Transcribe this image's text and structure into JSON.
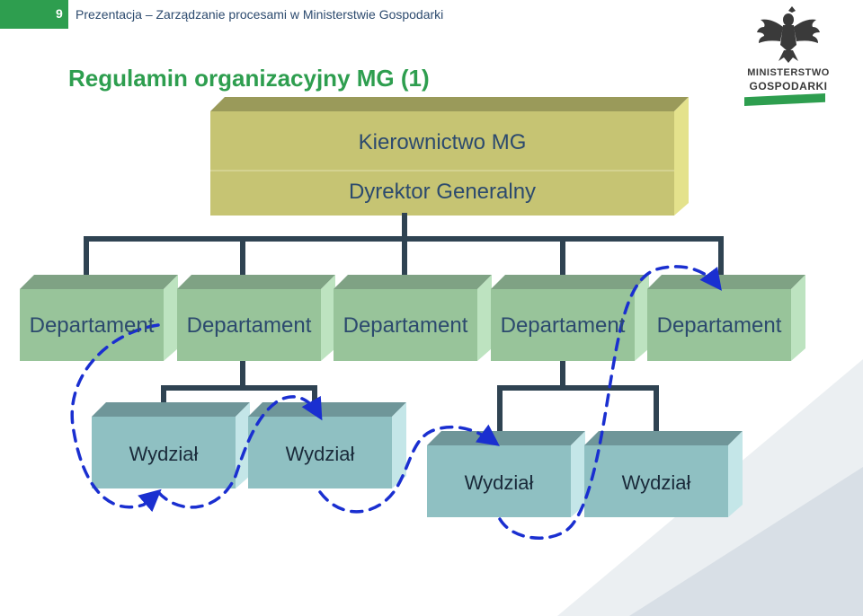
{
  "header": {
    "slide_number": "9",
    "breadcrumb": "Prezentacja – Zarządzanie procesami w Ministerstwie Gospodarki",
    "title": "Regulamin organizacyjny MG (1)"
  },
  "logo": {
    "line1": "MINISTERSTWO",
    "line2": "GOSPODARKI",
    "emblem": "eagle-emblem-icon"
  },
  "diagram": {
    "top_box": {
      "line1": "Kierownictwo MG",
      "line2": "Dyrektor Generalny"
    },
    "departments": [
      "Departament",
      "Departament",
      "Departament",
      "Departament",
      "Departament"
    ],
    "units": [
      "Wydział",
      "Wydział",
      "Wydział",
      "Wydział"
    ]
  },
  "colors": {
    "accent_green": "#2e9e4f",
    "top_box_fill": "#c6c473",
    "department_fill": "#98c49a",
    "unit_fill": "#8fc0c2",
    "connector": "#2f4352",
    "flow_arrow": "#1a2fd0"
  }
}
